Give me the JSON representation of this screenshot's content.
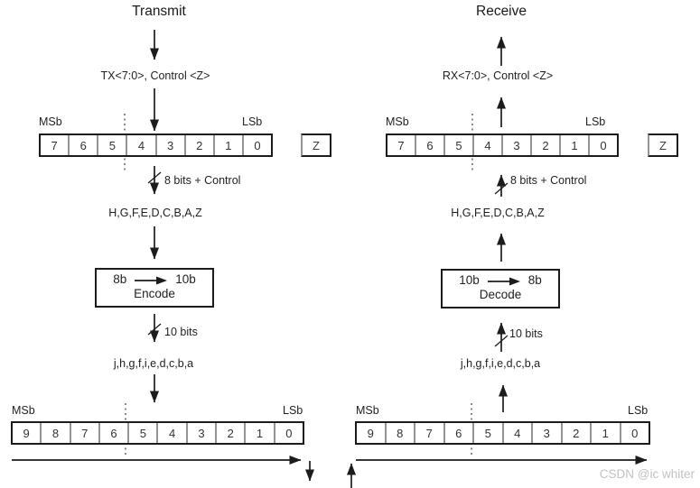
{
  "colors": {
    "ink": "#1f1f1f",
    "divider": "#949494",
    "watermark": "#c2c2c2"
  },
  "watermark": {
    "text": "CSDN @ic whiter"
  },
  "transmit": {
    "title": "Transmit",
    "input_label": "TX<7:0>, Control <Z>",
    "reg8": {
      "msb_label": "MSb",
      "lsb_label": "LSb",
      "bits": [
        "7",
        "6",
        "5",
        "4",
        "3",
        "2",
        "1",
        "0"
      ],
      "control_bit": "Z"
    },
    "bus8_label": "8 bits + Control",
    "code8_label": "H,G,F,E,D,C,B,A,Z",
    "encoder": {
      "from": "8b",
      "to": "10b",
      "name": "Encode"
    },
    "bus10_label": "10 bits",
    "code10_label": "j,h,g,f,i,e,d,c,b,a",
    "reg10": {
      "msb_label": "MSb",
      "lsb_label": "LSb",
      "bits": [
        "9",
        "8",
        "7",
        "6",
        "5",
        "4",
        "3",
        "2",
        "1",
        "0"
      ]
    }
  },
  "receive": {
    "title": "Receive",
    "output_label": "RX<7:0>, Control <Z>",
    "reg8": {
      "msb_label": "MSb",
      "lsb_label": "LSb",
      "bits": [
        "7",
        "6",
        "5",
        "4",
        "3",
        "2",
        "1",
        "0"
      ],
      "control_bit": "Z"
    },
    "bus8_label": "8 bits + Control",
    "code8_label": "H,G,F,E,D,C,B,A,Z",
    "decoder": {
      "from": "10b",
      "to": "8b",
      "name": "Decode"
    },
    "bus10_label": "10 bits",
    "code10_label": "j,h,g,f,i,e,d,c,b,a",
    "reg10": {
      "msb_label": "MSb",
      "lsb_label": "LSb",
      "bits": [
        "9",
        "8",
        "7",
        "6",
        "5",
        "4",
        "3",
        "2",
        "1",
        "0"
      ]
    }
  }
}
